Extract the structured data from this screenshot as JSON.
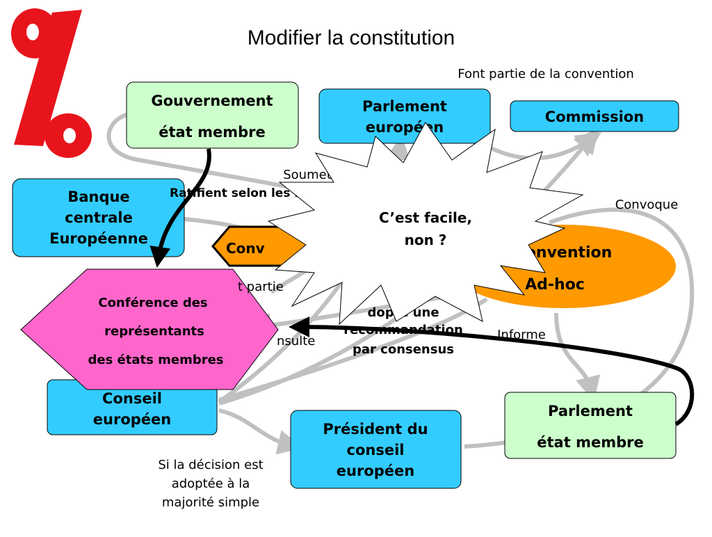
{
  "slide": {
    "title": "Modifier la constitution",
    "logo_glyph": "%"
  },
  "colors": {
    "blue_box": "#33ccff",
    "green_box": "#ccffcc",
    "orange_box": "#ff9900",
    "pink_hex": "#ff66cc",
    "arrow_gray": "#c0c0c0",
    "arrow_black": "#000000",
    "logo_red": "#e8141c"
  },
  "nodes": {
    "gouvernement": {
      "line1": "Gouvernement",
      "line2": "état membre"
    },
    "parlement_eu": {
      "line1": "Parlement",
      "line2": "européen"
    },
    "commission": {
      "label": "Commission"
    },
    "bce": {
      "line1": "Banque",
      "line2": "centrale",
      "line3": "Européenne"
    },
    "conv_left": {
      "label": "Conv"
    },
    "convention": {
      "line1": "Convention",
      "line2": "Ad-hoc"
    },
    "cig": {
      "line1": "Conférence des",
      "line2": "représentants",
      "line3": "des états membres"
    },
    "conseil": {
      "line1": "Conseil",
      "line2": "européen"
    },
    "president": {
      "line1": "Président du",
      "line2": "conseil",
      "line3": "européen"
    },
    "parlement_em": {
      "line1": "Parlement",
      "line2": "état membre"
    }
  },
  "labels": {
    "font_partie_top": "Font partie de la convention",
    "soumet": "Soumet",
    "ratifient": "Ratifient selon les l",
    "convoque": "Convoque",
    "fait_partie": "t partie",
    "consulte": "nsulte",
    "adopte": "dopte une",
    "recommandation": "recommandation",
    "par_consensus": "par consensus",
    "informe": "Informe",
    "si_decision_1": "Si la décision est",
    "si_decision_2": "adoptée à la",
    "si_decision_3": "majorité simple"
  },
  "burst": {
    "line1": "C’est facile,",
    "line2": "non ?"
  }
}
